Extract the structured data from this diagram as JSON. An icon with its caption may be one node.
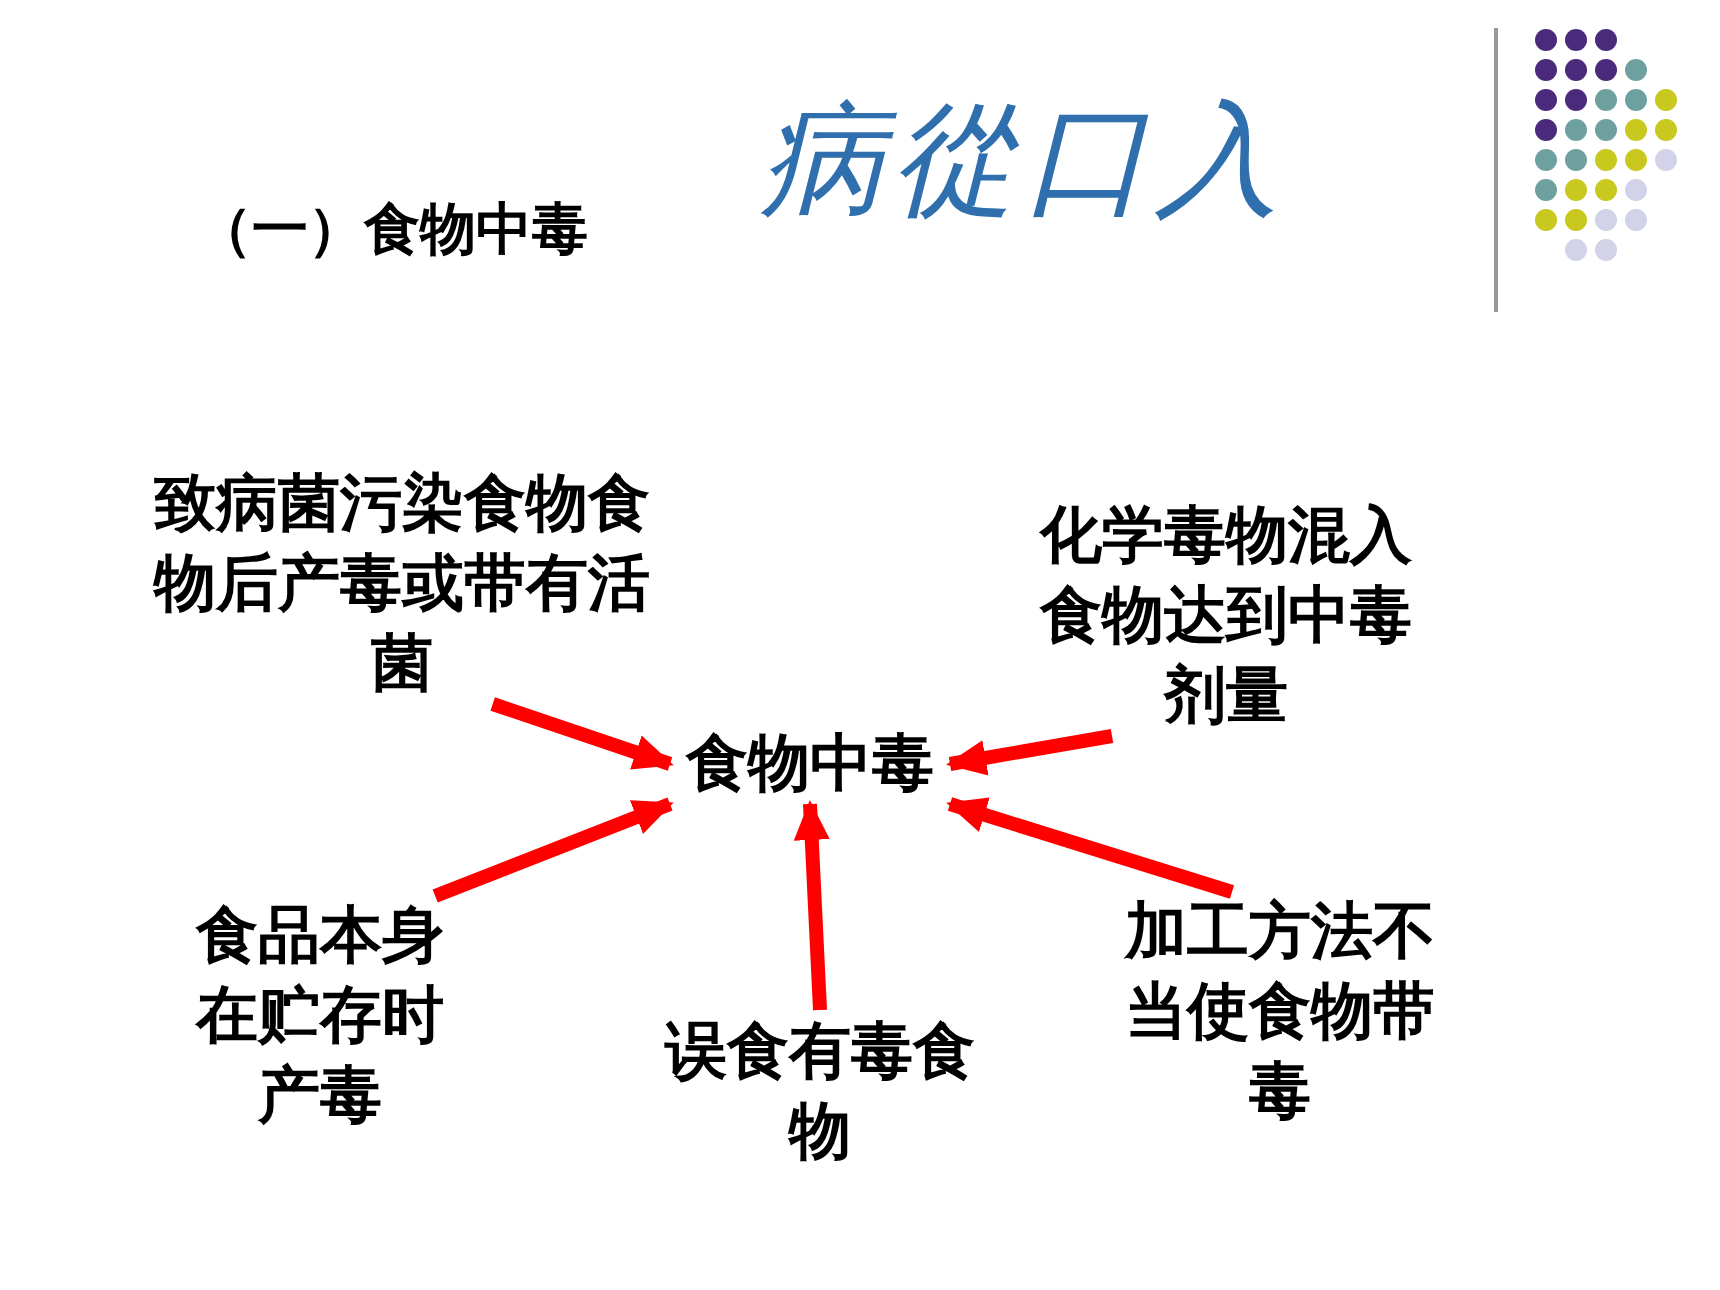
{
  "diagram": {
    "title": "病從口入",
    "nodes": [
      {
        "text": [
          "食物中毒"
        ]
      },
      {
        "text": [
          "致病菌污染食物食物后产毒或带有活菌"
        ]
      },
      {
        "text": [
          "化学毒物混入食物达到中毒剂量"
        ]
      },
      {
        "text": [
          "食品本身在贮存时产毒"
        ]
      },
      {
        "text": [
          "误食有毒食物"
        ]
      },
      {
        "text": [
          "加工方法不当使食物带毒"
        ]
      }
    ],
    "edges": [
      {
        "from": 1,
        "to": 0,
        "arrow": "to"
      },
      {
        "from": 2,
        "to": 0,
        "arrow": "to"
      },
      {
        "from": 3,
        "to": 0,
        "arrow": "to"
      },
      {
        "from": 4,
        "to": 0,
        "arrow": "to"
      },
      {
        "from": 5,
        "to": 0,
        "arrow": "to"
      }
    ],
    "labels": [
      "（一）食物中毒"
    ]
  }
}
